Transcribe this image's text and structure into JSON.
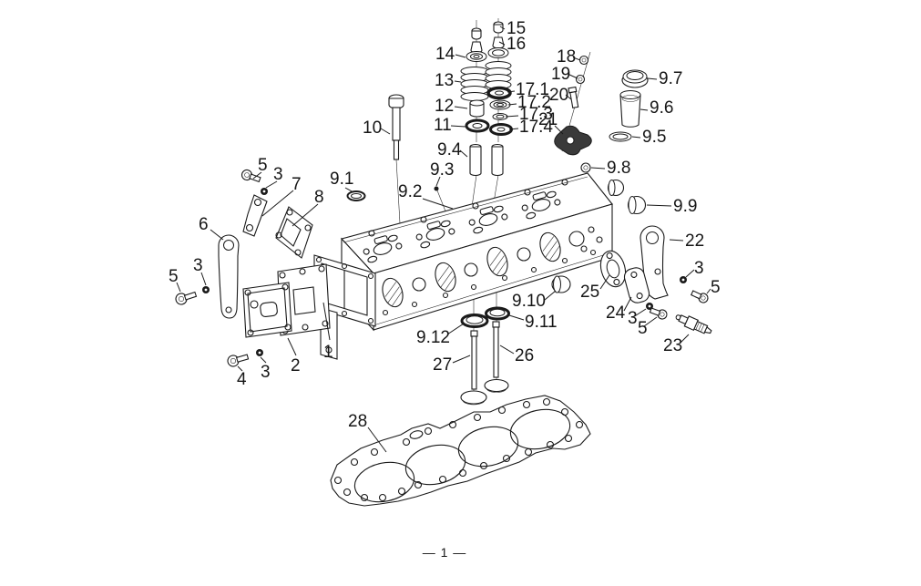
{
  "style": {
    "ink": "#1a1a1a",
    "background": "#ffffff"
  },
  "footer": {
    "page_label": "— 1 —"
  },
  "callouts": [
    {
      "label": "15"
    },
    {
      "label": "16"
    },
    {
      "label": "14"
    },
    {
      "label": "13"
    },
    {
      "label": "12"
    },
    {
      "label": "11"
    },
    {
      "label": "10"
    },
    {
      "label": "17.1"
    },
    {
      "label": "17.2"
    },
    {
      "label": "17.3"
    },
    {
      "label": "17.4"
    },
    {
      "label": "18"
    },
    {
      "label": "19"
    },
    {
      "label": "20"
    },
    {
      "label": "21"
    },
    {
      "label": "9.7"
    },
    {
      "label": "9.6"
    },
    {
      "label": "9.5"
    },
    {
      "label": "9.8"
    },
    {
      "label": "9.9"
    },
    {
      "label": "9.4"
    },
    {
      "label": "9.3"
    },
    {
      "label": "9.2"
    },
    {
      "label": "9.1"
    },
    {
      "label": "5"
    },
    {
      "label": "3"
    },
    {
      "label": "7"
    },
    {
      "label": "8"
    },
    {
      "label": "6"
    },
    {
      "label": "5"
    },
    {
      "label": "3"
    },
    {
      "label": "4"
    },
    {
      "label": "3"
    },
    {
      "label": "2"
    },
    {
      "label": "1"
    },
    {
      "label": "22"
    },
    {
      "label": "3"
    },
    {
      "label": "5"
    },
    {
      "label": "25"
    },
    {
      "label": "24"
    },
    {
      "label": "3"
    },
    {
      "label": "5"
    },
    {
      "label": "23"
    },
    {
      "label": "9.10"
    },
    {
      "label": "9.11"
    },
    {
      "label": "9.12"
    },
    {
      "label": "26"
    },
    {
      "label": "27"
    },
    {
      "label": "28"
    }
  ]
}
